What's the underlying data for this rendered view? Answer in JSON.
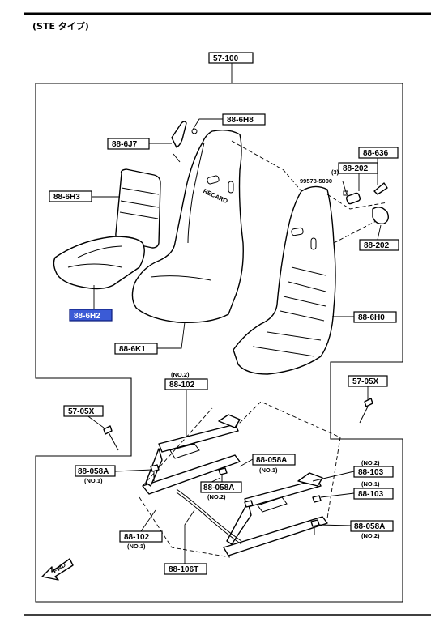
{
  "page": {
    "title": "(STE タイプ)"
  },
  "labels": [
    {
      "id": "57-100",
      "text": "57-100"
    },
    {
      "id": "88-6H8",
      "text": "88-6H8"
    },
    {
      "id": "88-6J7",
      "text": "88-6J7"
    },
    {
      "id": "88-636",
      "text": "88-636"
    },
    {
      "id": "88-202-top",
      "text": "88-202"
    },
    {
      "id": "88-6H3",
      "text": "88-6H3"
    },
    {
      "id": "88-202-bottom",
      "text": "88-202"
    },
    {
      "id": "88-6H2",
      "text": "88-6H2",
      "highlighted": true
    },
    {
      "id": "88-6H0",
      "text": "88-6H0"
    },
    {
      "id": "88-6K1",
      "text": "88-6K1"
    },
    {
      "id": "88-102-top",
      "text": "88-102"
    },
    {
      "id": "57-05X-right",
      "text": "57-05X"
    },
    {
      "id": "57-05X-left",
      "text": "57-05X"
    },
    {
      "id": "88-058A-mid-right",
      "text": "88-058A"
    },
    {
      "id": "88-103-top",
      "text": "88-103"
    },
    {
      "id": "88-058A-left",
      "text": "88-058A"
    },
    {
      "id": "88-058A-center",
      "text": "88-058A"
    },
    {
      "id": "88-103-bottom",
      "text": "88-103"
    },
    {
      "id": "88-058A-right",
      "text": "88-058A"
    },
    {
      "id": "88-102-bottom",
      "text": "88-102"
    },
    {
      "id": "88-106T",
      "text": "88-106T"
    }
  ],
  "annotations": {
    "qty_3": "(3)",
    "part_99578": "99578-5000",
    "no2_102": "(NO.2)",
    "no1_058A_mid": "(NO.1)",
    "no2_103": "(NO.2)",
    "no1_058A_left": "(NO.1)",
    "no2_058A_center": "(NO.2)",
    "no1_103": "(NO.1)",
    "no2_058A_right": "(NO.2)",
    "no1_102": "(NO.1)",
    "fwd": "FWD",
    "seat_brand": "RECARO"
  },
  "colors": {
    "highlight": "#3b5bd6",
    "line": "#000000",
    "background": "#ffffff"
  }
}
